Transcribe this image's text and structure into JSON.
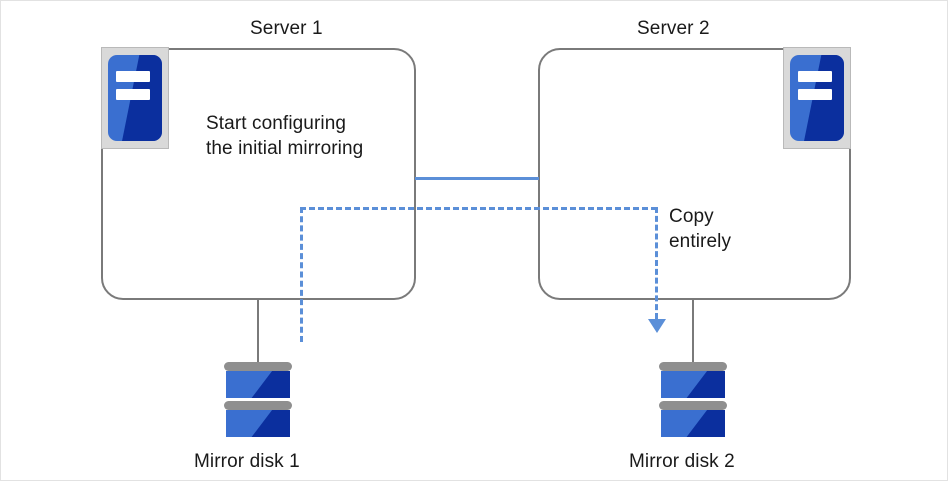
{
  "diagram": {
    "title_server1": "Server 1",
    "title_server2": "Server 2",
    "server1_text_line1": "Start configuring",
    "server1_text_line2": "the initial mirroring",
    "copy_label_line1": "Copy",
    "copy_label_line2": "entirely",
    "disk1_label": "Mirror disk 1",
    "disk2_label": "Mirror disk 2",
    "icons": {
      "server_icon": "server-icon",
      "disk_icon": "disk-icon",
      "arrow_icon": "arrow-down-icon"
    },
    "colors": {
      "box_border": "#7a7a7a",
      "connector_gray": "#7a7a7a",
      "link_blue": "#5b8fd8",
      "icon_blue_light": "#3a6fd0",
      "icon_blue_dark": "#0b2f9e",
      "icon_frame_gray": "#d9d9d9",
      "disk_cap_gray": "#8f8f8f",
      "text": "#1a1a1a",
      "canvas_border": "#e2e2e2",
      "background": "#ffffff"
    }
  }
}
